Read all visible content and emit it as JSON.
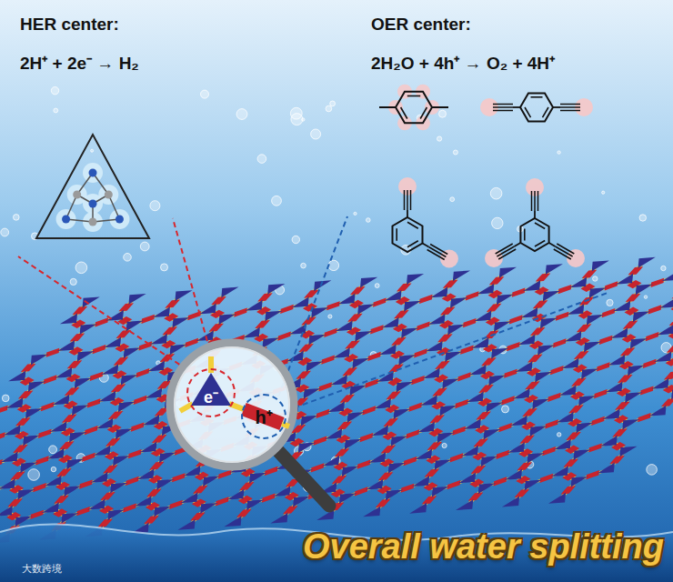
{
  "diagram": {
    "title": "Overall water splitting",
    "nodes": [
      {
        "text": [
          "e⁻"
        ]
      },
      {
        "text": [
          "h⁺"
        ]
      }
    ],
    "labels": [
      "HER center:",
      "2H⁺ + 2e⁻ → H₂",
      "OER center:",
      "2H₂O + 4h⁺ → O₂ + 4H⁺",
      "大数跨境"
    ]
  }
}
